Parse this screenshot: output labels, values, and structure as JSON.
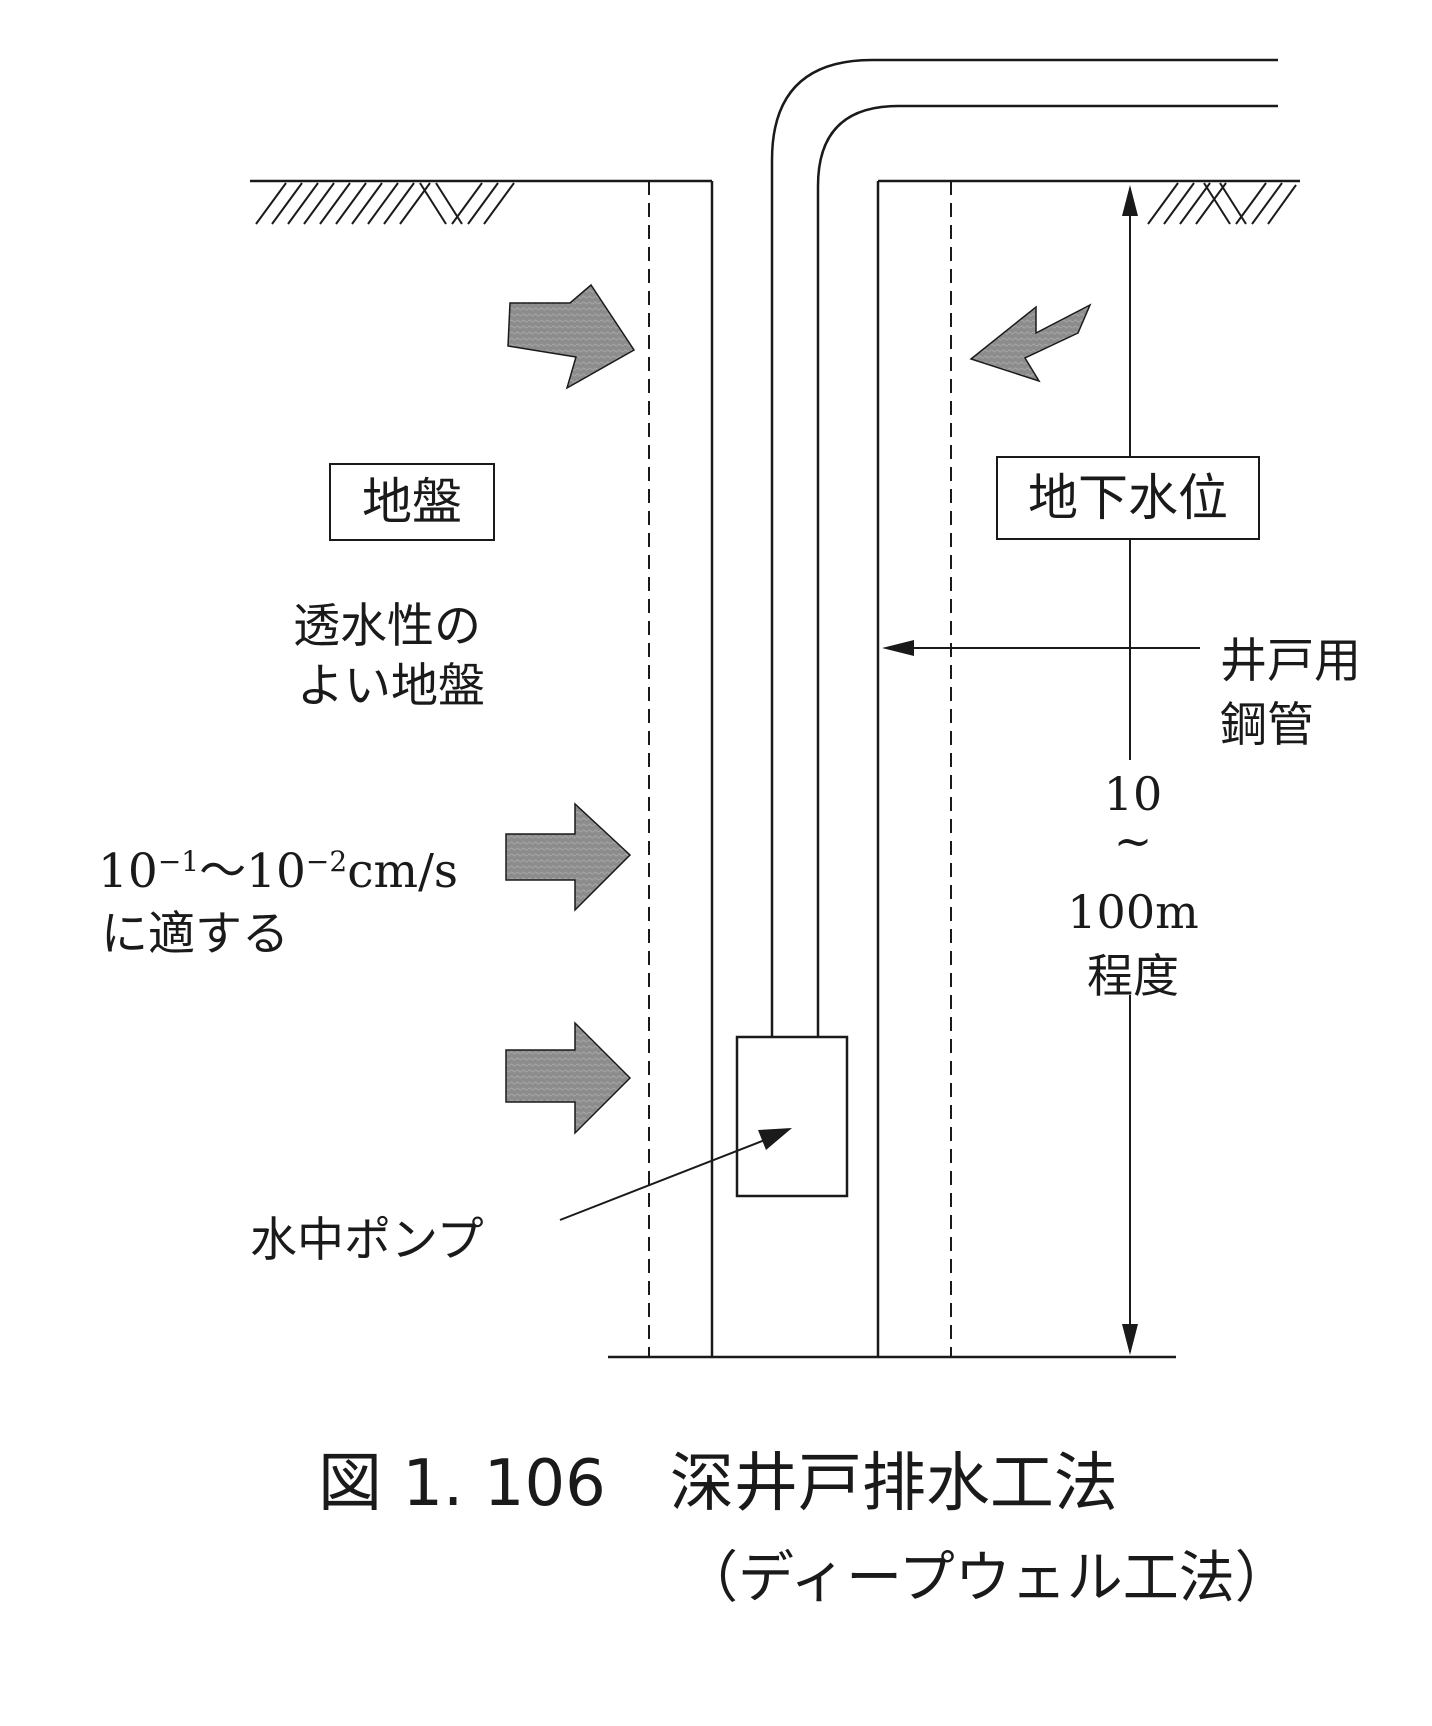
{
  "labels": {
    "ground_box": "地盤",
    "groundwater_box": "地下水位",
    "permeable_line1": "透水性の",
    "permeable_line2": "よい地盤",
    "permeability_base1": "10",
    "permeability_exp1": "−1",
    "permeability_sep": "〜",
    "permeability_base2": "10",
    "permeability_exp2": "−2",
    "permeability_unit": "cm/s",
    "suitable": "に適する",
    "well_pipe_line1": "井戸用",
    "well_pipe_line2": "鋼管",
    "depth_min": "10",
    "depth_tilde": "~",
    "depth_max": "100m",
    "depth_suffix": "程度",
    "pump": "水中ポンプ"
  },
  "caption": {
    "title": "図 1. 106　深井戸排水工法",
    "subtitle": "（ディープウェル工法）"
  },
  "colors": {
    "line": "#1a1a1a",
    "arrow_fill": "#8c8c8c"
  }
}
